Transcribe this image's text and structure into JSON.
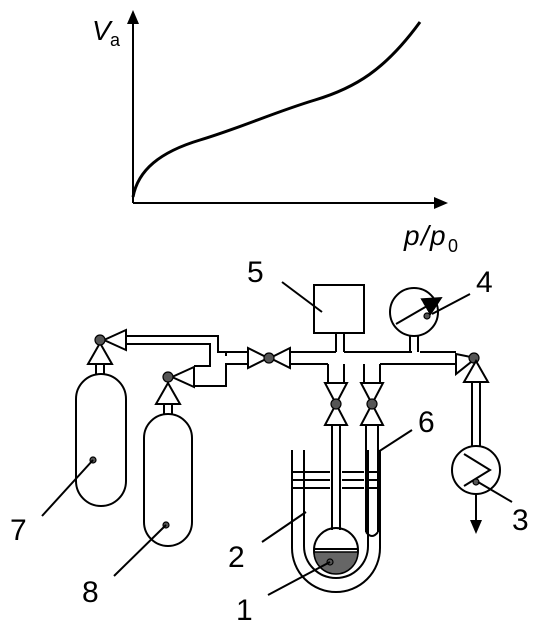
{
  "graph": {
    "y_axis": {
      "symbol": "V",
      "subscript": "a"
    },
    "x_axis": {
      "numerator": "p",
      "separator": "/",
      "denominator": "p",
      "subscript": "0"
    }
  },
  "labels": {
    "sample_bulb": "1",
    "dewar_bath": "2",
    "vacuum_pump": "3",
    "pressure_gauge": "4",
    "calibrated_volume": "5",
    "thermometer_tube": "6",
    "gas_cylinder_7": "7",
    "gas_cylinder_8": "8"
  },
  "colors": {
    "stroke": "#000000",
    "dot_fill": "#555555",
    "sample_fill": "#666666"
  }
}
